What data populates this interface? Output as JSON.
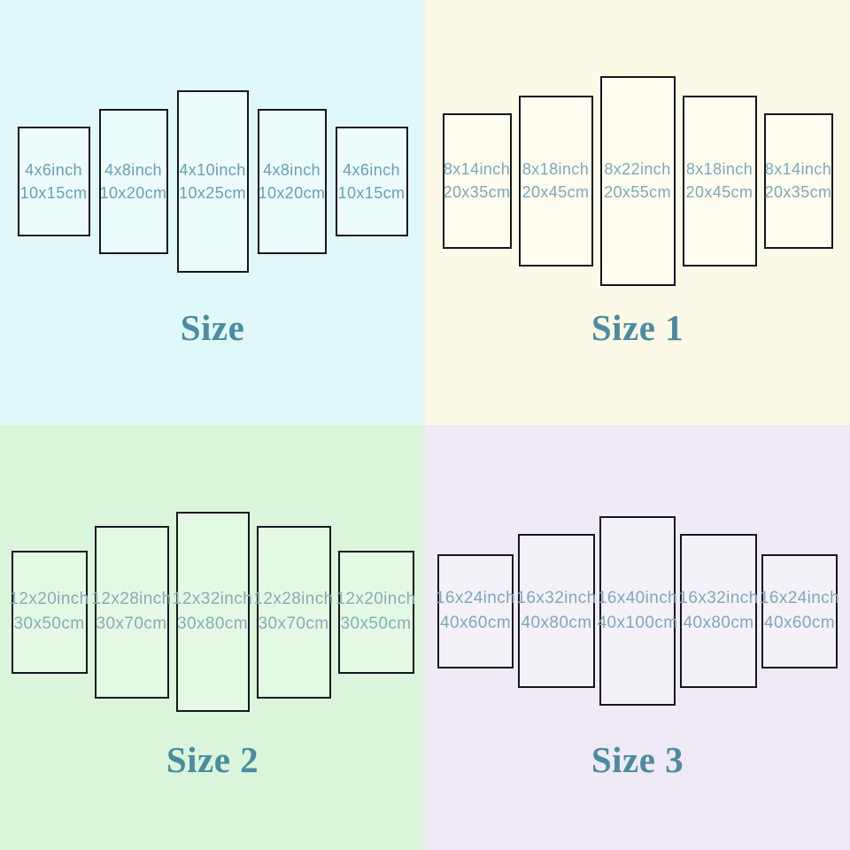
{
  "page": {
    "title_color": "#4c8ba1",
    "border_color": "#13181e"
  },
  "quadrants": [
    {
      "title": "Size",
      "colors": {
        "background": "#e1f8fa",
        "panel": "#ecfcfd",
        "label": "#67a0b2"
      },
      "panels": [
        {
          "inch": "4x6inch",
          "cm": "10x15cm"
        },
        {
          "inch": "4x8inch",
          "cm": "10x20cm"
        },
        {
          "inch": "4x10inch",
          "cm": "10x25cm"
        },
        {
          "inch": "4x8inch",
          "cm": "10x20cm"
        },
        {
          "inch": "4x6inch",
          "cm": "10x15cm"
        }
      ]
    },
    {
      "title": "Size 1",
      "colors": {
        "background": "#fcfae6",
        "panel": "#fefdf0",
        "label": "#7da8b9"
      },
      "panels": [
        {
          "inch": "8x14inch",
          "cm": "20x35cm"
        },
        {
          "inch": "8x18inch",
          "cm": "20x45cm"
        },
        {
          "inch": "8x22inch",
          "cm": "20x55cm"
        },
        {
          "inch": "8x18inch",
          "cm": "20x45cm"
        },
        {
          "inch": "8x14inch",
          "cm": "20x35cm"
        }
      ]
    },
    {
      "title": "Size 2",
      "colors": {
        "background": "#daf5da",
        "panel": "#e4f9e4",
        "label": "#86adb5"
      },
      "panels": [
        {
          "inch": "12x20inch",
          "cm": "30x50cm"
        },
        {
          "inch": "12x28inch",
          "cm": "30x70cm"
        },
        {
          "inch": "12x32inch",
          "cm": "30x80cm"
        },
        {
          "inch": "12x28inch",
          "cm": "30x70cm"
        },
        {
          "inch": "12x20inch",
          "cm": "30x50cm"
        }
      ]
    },
    {
      "title": "Size 3",
      "colors": {
        "background": "#efeaf6",
        "panel": "#f5f1f9",
        "label": "#7ea8bb"
      },
      "panels": [
        {
          "inch": "16x24inch",
          "cm": "40x60cm"
        },
        {
          "inch": "16x32inch",
          "cm": "40x80cm"
        },
        {
          "inch": "16x40inch",
          "cm": "40x100cm"
        },
        {
          "inch": "16x32inch",
          "cm": "40x80cm"
        },
        {
          "inch": "16x24inch",
          "cm": "40x60cm"
        }
      ]
    }
  ]
}
